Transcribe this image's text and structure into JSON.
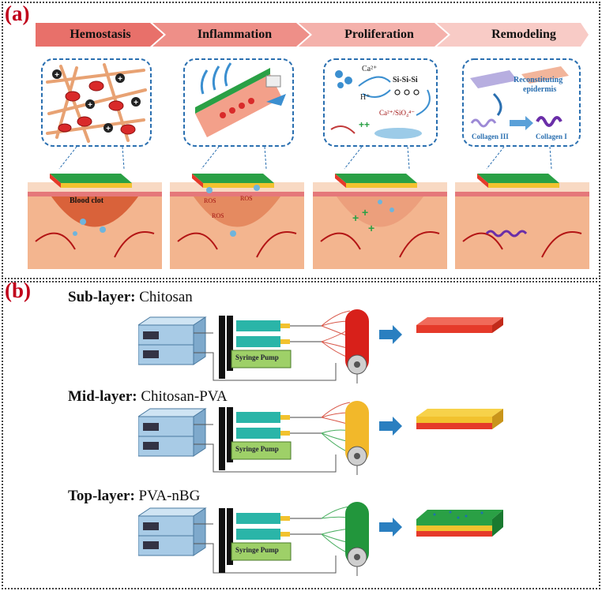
{
  "panel_a": {
    "tag": "(a)",
    "stages": [
      {
        "label": "Hemostasis"
      },
      {
        "label": "Inflammation"
      },
      {
        "label": "Proliferation"
      },
      {
        "label": "Remodeling"
      }
    ],
    "annotations": {
      "blood_clot": "Blood clot",
      "ros": "ROS",
      "calcium": "Ca²⁺",
      "proton": "H⁺",
      "silicate_chain": "Si-Si-Si",
      "ion_release": "Ca²⁺/SiO₄⁴⁻",
      "reconstituting": "Reconstituting",
      "epidermis": "epidermis",
      "collagen3": "Collagen III",
      "collagen1": "Collagen I"
    }
  },
  "panel_b": {
    "tag": "(b)",
    "pump_label": "Syringe Pump",
    "layers": [
      {
        "bold": "Sub-layer:",
        "name": "Chitosan"
      },
      {
        "bold": "Mid-layer:",
        "name": "Chitosan-PVA"
      },
      {
        "bold": "Top-layer:",
        "name": "PVA-nBG"
      }
    ]
  },
  "colors": {
    "tag_red": "#c0001a",
    "arrow_dark": "#e15a52",
    "arrow_light": "#f6c9c4",
    "sub_layer": "#e53a2a",
    "mid_layer": "#f2c22e",
    "top_layer": "#2aa045",
    "connector_blue": "#2a7fc0"
  }
}
